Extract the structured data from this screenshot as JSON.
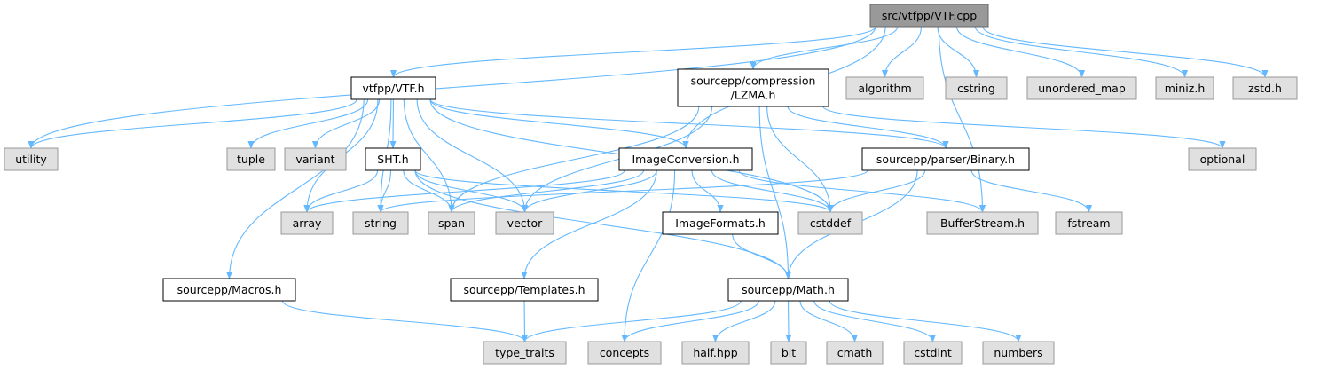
{
  "colors": {
    "root_fill": "#999999",
    "root_stroke": "#666666",
    "doc_fill": "#ffffff",
    "doc_stroke": "#000000",
    "system_fill": "#e0e0e0",
    "system_stroke": "#999999",
    "edge": "#63b8ff"
  },
  "nodes": [
    {
      "id": "vtf_cpp",
      "label": "src/vtfpp/VTF.cpp",
      "kind": "root"
    },
    {
      "id": "vtf_h",
      "label": "vtfpp/VTF.h",
      "kind": "doc"
    },
    {
      "id": "lzma_h",
      "label": [
        "sourcepp/compression",
        "/LZMA.h"
      ],
      "kind": "doc"
    },
    {
      "id": "algorithm",
      "label": "algorithm",
      "kind": "system"
    },
    {
      "id": "cstring",
      "label": "cstring",
      "kind": "system"
    },
    {
      "id": "unordered_map",
      "label": "unordered_map",
      "kind": "system"
    },
    {
      "id": "miniz",
      "label": "miniz.h",
      "kind": "system"
    },
    {
      "id": "zstd",
      "label": "zstd.h",
      "kind": "system"
    },
    {
      "id": "utility",
      "label": "utility",
      "kind": "system"
    },
    {
      "id": "tuple",
      "label": "tuple",
      "kind": "system"
    },
    {
      "id": "variant",
      "label": "variant",
      "kind": "system"
    },
    {
      "id": "sht_h",
      "label": "SHT.h",
      "kind": "doc"
    },
    {
      "id": "imgconv",
      "label": "ImageConversion.h",
      "kind": "doc"
    },
    {
      "id": "binary_h",
      "label": "sourcepp/parser/Binary.h",
      "kind": "doc"
    },
    {
      "id": "optional",
      "label": "optional",
      "kind": "system"
    },
    {
      "id": "array",
      "label": "array",
      "kind": "system"
    },
    {
      "id": "string",
      "label": "string",
      "kind": "system"
    },
    {
      "id": "span",
      "label": "span",
      "kind": "system"
    },
    {
      "id": "vector",
      "label": "vector",
      "kind": "system"
    },
    {
      "id": "imgformats",
      "label": "ImageFormats.h",
      "kind": "doc"
    },
    {
      "id": "cstddef",
      "label": "cstddef",
      "kind": "system"
    },
    {
      "id": "bufferstream",
      "label": "BufferStream.h",
      "kind": "system"
    },
    {
      "id": "fstream",
      "label": "fstream",
      "kind": "system"
    },
    {
      "id": "macros_h",
      "label": "sourcepp/Macros.h",
      "kind": "doc"
    },
    {
      "id": "templates_h",
      "label": "sourcepp/Templates.h",
      "kind": "doc"
    },
    {
      "id": "math_h",
      "label": "sourcepp/Math.h",
      "kind": "doc"
    },
    {
      "id": "type_traits",
      "label": "type_traits",
      "kind": "system"
    },
    {
      "id": "concepts",
      "label": "concepts",
      "kind": "system"
    },
    {
      "id": "half",
      "label": "half.hpp",
      "kind": "system"
    },
    {
      "id": "bit",
      "label": "bit",
      "kind": "system"
    },
    {
      "id": "cmath",
      "label": "cmath",
      "kind": "system"
    },
    {
      "id": "cstdint",
      "label": "cstdint",
      "kind": "system"
    },
    {
      "id": "numbers",
      "label": "numbers",
      "kind": "system"
    }
  ],
  "edges": [
    [
      "vtf_cpp",
      "vtf_h"
    ],
    [
      "vtf_cpp",
      "lzma_h"
    ],
    [
      "vtf_cpp",
      "algorithm"
    ],
    [
      "vtf_cpp",
      "cstring"
    ],
    [
      "vtf_cpp",
      "unordered_map"
    ],
    [
      "vtf_cpp",
      "miniz"
    ],
    [
      "vtf_cpp",
      "zstd"
    ],
    [
      "vtf_cpp",
      "utility"
    ],
    [
      "vtf_cpp",
      "imgconv"
    ],
    [
      "vtf_cpp",
      "bufferstream"
    ],
    [
      "vtf_h",
      "utility"
    ],
    [
      "vtf_h",
      "tuple"
    ],
    [
      "vtf_h",
      "variant"
    ],
    [
      "vtf_h",
      "sht_h"
    ],
    [
      "vtf_h",
      "imgconv"
    ],
    [
      "vtf_h",
      "binary_h"
    ],
    [
      "vtf_h",
      "array"
    ],
    [
      "vtf_h",
      "string"
    ],
    [
      "vtf_h",
      "span"
    ],
    [
      "vtf_h",
      "vector"
    ],
    [
      "vtf_h",
      "cstddef"
    ],
    [
      "vtf_h",
      "macros_h"
    ],
    [
      "lzma_h",
      "optional"
    ],
    [
      "lzma_h",
      "binary_h"
    ],
    [
      "lzma_h",
      "span"
    ],
    [
      "lzma_h",
      "vector"
    ],
    [
      "lzma_h",
      "cstddef"
    ],
    [
      "lzma_h",
      "math_h"
    ],
    [
      "sht_h",
      "array"
    ],
    [
      "sht_h",
      "string"
    ],
    [
      "sht_h",
      "span"
    ],
    [
      "sht_h",
      "vector"
    ],
    [
      "sht_h",
      "cstddef"
    ],
    [
      "sht_h",
      "math_h"
    ],
    [
      "imgconv",
      "array"
    ],
    [
      "imgconv",
      "span"
    ],
    [
      "imgconv",
      "vector"
    ],
    [
      "imgconv",
      "cstddef"
    ],
    [
      "imgconv",
      "imgformats"
    ],
    [
      "imgconv",
      "bufferstream"
    ],
    [
      "imgconv",
      "templates_h"
    ],
    [
      "imgconv",
      "concepts"
    ],
    [
      "binary_h",
      "string"
    ],
    [
      "binary_h",
      "cstddef"
    ],
    [
      "binary_h",
      "fstream"
    ],
    [
      "binary_h",
      "math_h"
    ],
    [
      "imgformats",
      "math_h"
    ],
    [
      "macros_h",
      "type_traits"
    ],
    [
      "templates_h",
      "type_traits"
    ],
    [
      "math_h",
      "type_traits"
    ],
    [
      "math_h",
      "concepts"
    ],
    [
      "math_h",
      "half"
    ],
    [
      "math_h",
      "bit"
    ],
    [
      "math_h",
      "cmath"
    ],
    [
      "math_h",
      "cstdint"
    ],
    [
      "math_h",
      "numbers"
    ]
  ]
}
